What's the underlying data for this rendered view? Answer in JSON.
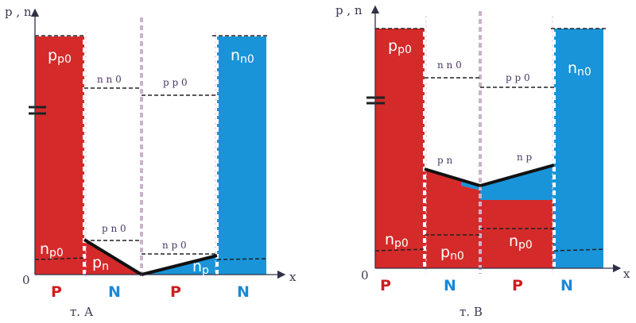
{
  "colors": {
    "p_region": "#d42a2a",
    "n_region": "#1994d8",
    "grid": "#c8b4c8",
    "text_p": "#cc1f1f",
    "text_n": "#1a88d6"
  },
  "diagram_a": {
    "ylabel": "p , n",
    "xlabel": "x",
    "origin": "0",
    "regions": [
      "P",
      "N",
      "P",
      "N"
    ],
    "caption": "т.  А",
    "labels": {
      "pp0_main": "p",
      "pp0_sub": "p0",
      "nn0_main": "n",
      "nn0_sub": "n0",
      "np0_main": "n",
      "np0_sub": "p0",
      "pn_main": "p",
      "pn_sub": "n",
      "np_main": "n",
      "np_sub": "p",
      "nn0_small": "n n 0",
      "pp0_small": "p p 0",
      "pn0_small": "p n 0",
      "np0_small": "n p 0"
    }
  },
  "diagram_b": {
    "ylabel": "p , n",
    "xlabel": "x",
    "origin": "0",
    "regions": [
      "P",
      "N",
      "P",
      "N"
    ],
    "caption": "т.  В",
    "labels": {
      "pp0_main": "p",
      "pp0_sub": "p0",
      "nn0_main": "n",
      "nn0_sub": "n0",
      "np0_left_main": "n",
      "np0_left_sub": "p0",
      "pn0_main": "p",
      "pn0_sub": "n0",
      "np0_right_main": "n",
      "np0_right_sub": "p0",
      "nn0_small": "n n 0",
      "pp0_small": "p p 0",
      "pn_small": "p n",
      "np_small": "n p"
    }
  }
}
